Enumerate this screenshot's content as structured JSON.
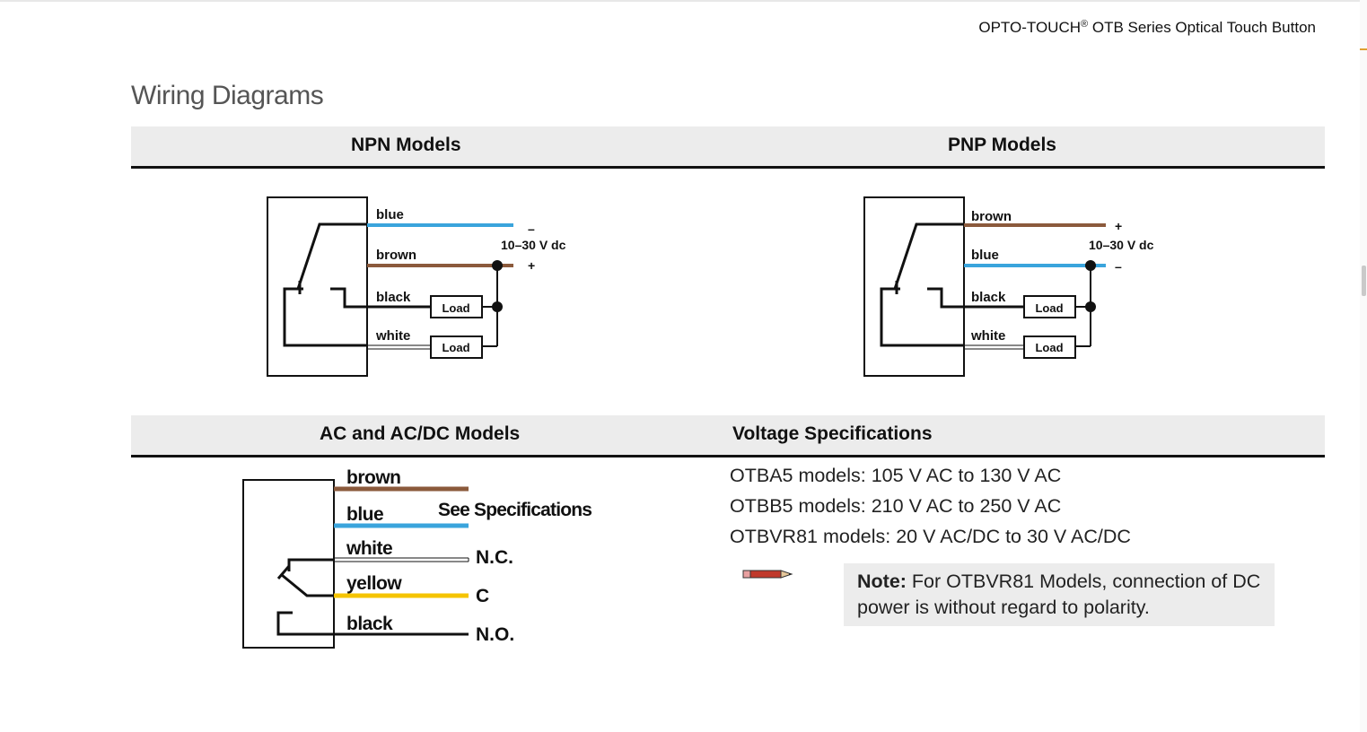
{
  "header": {
    "product_prefix": "OPTO-TOUCH",
    "registered": "®",
    "product_suffix": " OTB Series Optical Touch Button"
  },
  "page_title": "Wiring Diagrams",
  "sections": {
    "npn": {
      "title": "NPN Models"
    },
    "pnp": {
      "title": "PNP Models"
    },
    "ac": {
      "title": "AC and AC/DC Models"
    },
    "voltage": {
      "title": "Voltage Specifications"
    }
  },
  "npn_diagram": {
    "wires": [
      "blue",
      "brown",
      "black",
      "white"
    ],
    "supply": "10–30 V dc",
    "minus": "–",
    "plus": "+",
    "load": "Load"
  },
  "pnp_diagram": {
    "wires": [
      "brown",
      "blue",
      "black",
      "white"
    ],
    "supply": "10–30 V dc",
    "plus": "+",
    "minus": "–",
    "load": "Load"
  },
  "ac_diagram": {
    "wires": [
      "brown",
      "blue",
      "white",
      "yellow",
      "black"
    ],
    "see_spec": "See Specifications",
    "terminals": [
      "N.C.",
      "C",
      "N.O."
    ]
  },
  "voltage_specs": [
    "OTBA5 models: 105 V AC to 130 V AC",
    "OTBB5 models: 210 V AC to 250 V AC",
    "OTBVR81 models: 20 V AC/DC to 30 V AC/DC"
  ],
  "note": {
    "label": "Note:",
    "text": " For OTBVR81 Models, connection of DC power is without regard to polarity."
  },
  "colors": {
    "wire_blue": "#3aa4dc",
    "wire_brown": "#8b5a3c",
    "wire_yellow": "#f5c400",
    "wire_black": "#111111",
    "band_bg": "#ececec",
    "title_gray": "#555555"
  },
  "icons": {
    "note": "pencil-icon"
  }
}
